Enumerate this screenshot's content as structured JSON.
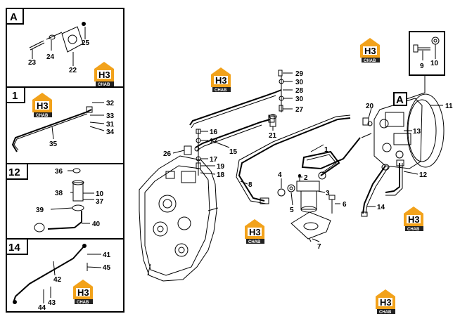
{
  "panels": [
    {
      "id": "A",
      "title": "A",
      "parts": [
        "23",
        "24",
        "22",
        "25"
      ]
    },
    {
      "id": "1",
      "title": "1",
      "parts": [
        "32",
        "33",
        "31",
        "34",
        "35"
      ]
    },
    {
      "id": "12",
      "title": "12",
      "parts": [
        "36",
        "38",
        "10",
        "37",
        "39",
        "40"
      ]
    },
    {
      "id": "14",
      "title": "14",
      "parts": [
        "41",
        "45",
        "42",
        "44",
        "43"
      ]
    }
  ],
  "detail_box": {
    "id": "A",
    "parts": [
      "9",
      "10"
    ]
  },
  "main_labels": [
    "29",
    "30",
    "28",
    "30",
    "27",
    "21",
    "16",
    "17",
    "15",
    "26",
    "17",
    "19",
    "18",
    "20",
    "11",
    "A",
    "13",
    "1",
    "12",
    "8",
    "4",
    "2",
    "3",
    "5",
    "6",
    "7",
    "14"
  ],
  "watermark": {
    "text": "H3",
    "sub": "CHAB"
  },
  "colors": {
    "logo_orange": "#f2a21b",
    "logo_dark": "#222222",
    "line": "#000000"
  }
}
